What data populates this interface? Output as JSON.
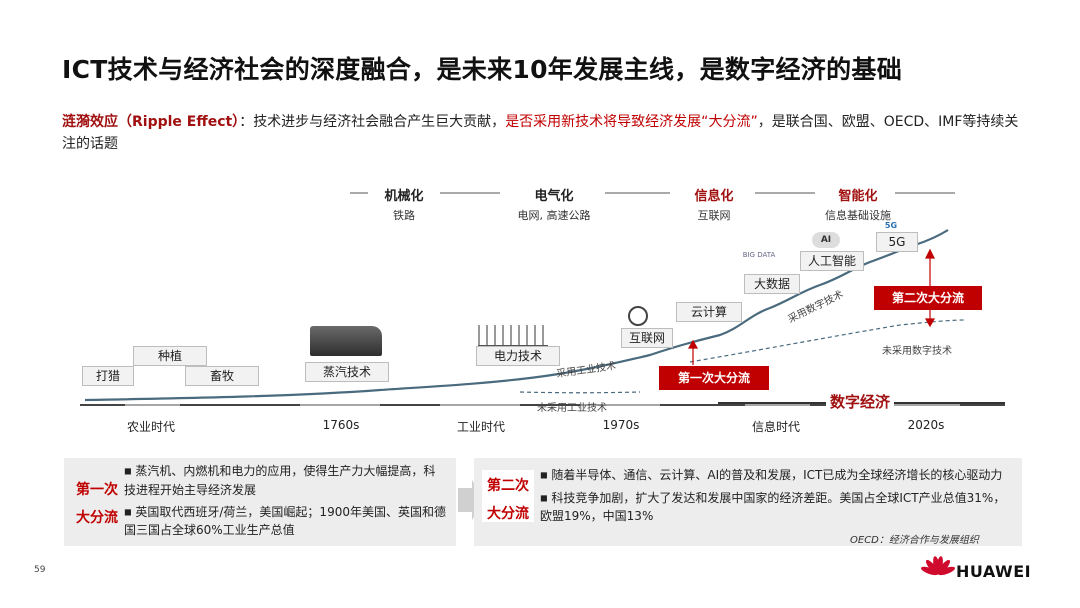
{
  "title": "ICT技术与经济社会的深度融合，是未来10年发展主线，是数字经济的基础",
  "ripple": {
    "term": "涟漪效应（Ripple Effect）",
    "colon": "：",
    "text1": "技术进步与经济社会融合产生巨大贡献，",
    "highlight": "是否采用新技术将导致经济发展“大分流”",
    "text2": "，是联合国、欧盟、OECD、IMF等持续关注的话题"
  },
  "stages": [
    {
      "name": "机械化",
      "sub": "铁路",
      "color": "#222222"
    },
    {
      "name": "电气化",
      "sub": "电网, 高速公路",
      "color": "#222222"
    },
    {
      "name": "信息化",
      "sub": "互联网",
      "color": "#a01010"
    },
    {
      "name": "智能化",
      "sub": "信息基础设施",
      "color": "#a01010"
    }
  ],
  "tech_boxes": {
    "hunting": "打猎",
    "planting": "种植",
    "herding": "畜牧",
    "steam": "蒸汽技术",
    "power": "电力技术",
    "internet": "互联网",
    "cloud": "云计算",
    "bigdata": "大数据",
    "ai": "人工智能",
    "g5": "5G"
  },
  "icons": {
    "ai_badge": "AI",
    "g5_badge": "5G",
    "bigdata_badge": "BIG DATA"
  },
  "curve_labels": {
    "industrial_adopted": "采用工业技术",
    "industrial_not": "未采用工业技术",
    "digital_adopted": "采用数字技术",
    "digital_not": "未采用数字技术"
  },
  "divergence": {
    "first": "第一次大分流",
    "second": "第二次大分流"
  },
  "digital_economy": "数字经济",
  "axis": {
    "eras": [
      "农业时代",
      "1760s",
      "工业时代",
      "1970s",
      "信息时代",
      "2020s"
    ]
  },
  "panel_left": {
    "label_line1": "第一次",
    "label_line2": "大分流",
    "bullets": [
      "蒸汽机、内燃机和电力的应用，使得生产力大幅提高，科技进程开始主导经济发展",
      "英国取代西班牙/荷兰，美国崛起；1900年美国、英国和德国三国占全球60%工业生产总值"
    ]
  },
  "panel_right": {
    "label_line1": "第二次",
    "label_line2": "大分流",
    "bullets": [
      "随着半导体、通信、云计算、AI的普及和发展，ICT已成为全球经济增长的核心驱动力",
      "科技竞争加剧，扩大了发达和发展中国家的经济差距。美国占全球ICT产业总值31%，欧盟19%，中国13%"
    ],
    "note": "OECD：经济合作与发展组织"
  },
  "footer": {
    "page": "59",
    "brand": "HUAWEI"
  }
}
